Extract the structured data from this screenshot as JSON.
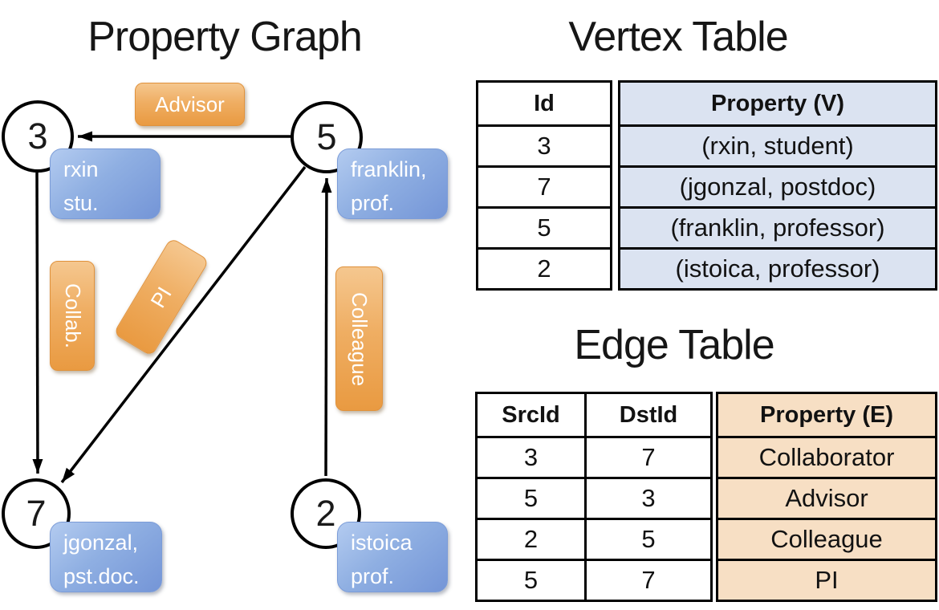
{
  "diagram": {
    "title": "Property Graph",
    "nodes": [
      {
        "id": "3",
        "label": "3",
        "property_lines": [
          "rxin",
          "stu."
        ]
      },
      {
        "id": "5",
        "label": "5",
        "property_lines": [
          "franklin,",
          "prof."
        ]
      },
      {
        "id": "7",
        "label": "7",
        "property_lines": [
          "jgonzal,",
          "pst.doc."
        ]
      },
      {
        "id": "2",
        "label": "2",
        "property_lines": [
          "istoica",
          "prof."
        ]
      }
    ],
    "edge_labels": [
      "Advisor",
      "Collab.",
      "PI",
      "Colleague"
    ],
    "edges": [
      {
        "from": "5",
        "to": "3",
        "label": "Advisor"
      },
      {
        "from": "3",
        "to": "7",
        "label": "Collab."
      },
      {
        "from": "5",
        "to": "7",
        "label": "PI"
      },
      {
        "from": "2",
        "to": "5",
        "label": "Colleague"
      }
    ]
  },
  "vertex_table": {
    "title": "Vertex Table",
    "columns": [
      "Id",
      "Property (V)"
    ],
    "rows": [
      [
        "3",
        "(rxin, student)"
      ],
      [
        "7",
        "(jgonzal, postdoc)"
      ],
      [
        "5",
        "(franklin, professor)"
      ],
      [
        "2",
        "(istoica, professor)"
      ]
    ]
  },
  "edge_table": {
    "title": "Edge Table",
    "columns": [
      "SrcId",
      "DstId",
      "Property (E)"
    ],
    "rows": [
      [
        "3",
        "7",
        "Collaborator"
      ],
      [
        "5",
        "3",
        "Advisor"
      ],
      [
        "2",
        "5",
        "Colleague"
      ],
      [
        "5",
        "7",
        "PI"
      ]
    ]
  },
  "colors": {
    "edge_label_fill": "#EFAE63",
    "vertex_label_fill": "#8FAFE2",
    "vertex_property_bg": "#DBE3F1",
    "edge_property_bg": "#F7DFC4",
    "line_color": "#000000",
    "text_on_labels": "#FFFFFF"
  }
}
